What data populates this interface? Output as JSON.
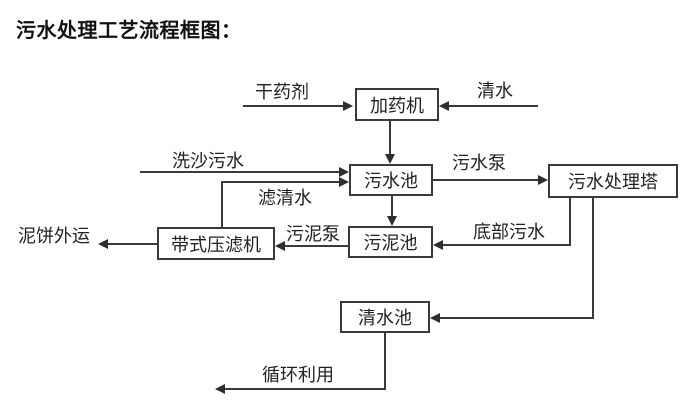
{
  "title": "污水处理工艺流程框图：",
  "nodes": {
    "dosing_machine": "加药机",
    "sewage_pool": "污水池",
    "treatment_tower": "污水处理塔",
    "sludge_pool": "污泥池",
    "belt_filter_press": "带式压滤机",
    "clean_water_pool": "清水池"
  },
  "labels": {
    "dry_agent": "干药剂",
    "clean_water": "清水",
    "sand_washing_sewage": "洗沙污水",
    "filtered_water": "滤清水",
    "sewage_pump": "污水泵",
    "bottom_sewage": "底部污水",
    "sludge_pump": "污泥泵",
    "mud_cake_out": "泥饼外运",
    "recycle_use": "循环利用"
  },
  "colors": {
    "background": "#ffffff",
    "line": "#3a3a3a",
    "text": "#1c1c1c"
  }
}
